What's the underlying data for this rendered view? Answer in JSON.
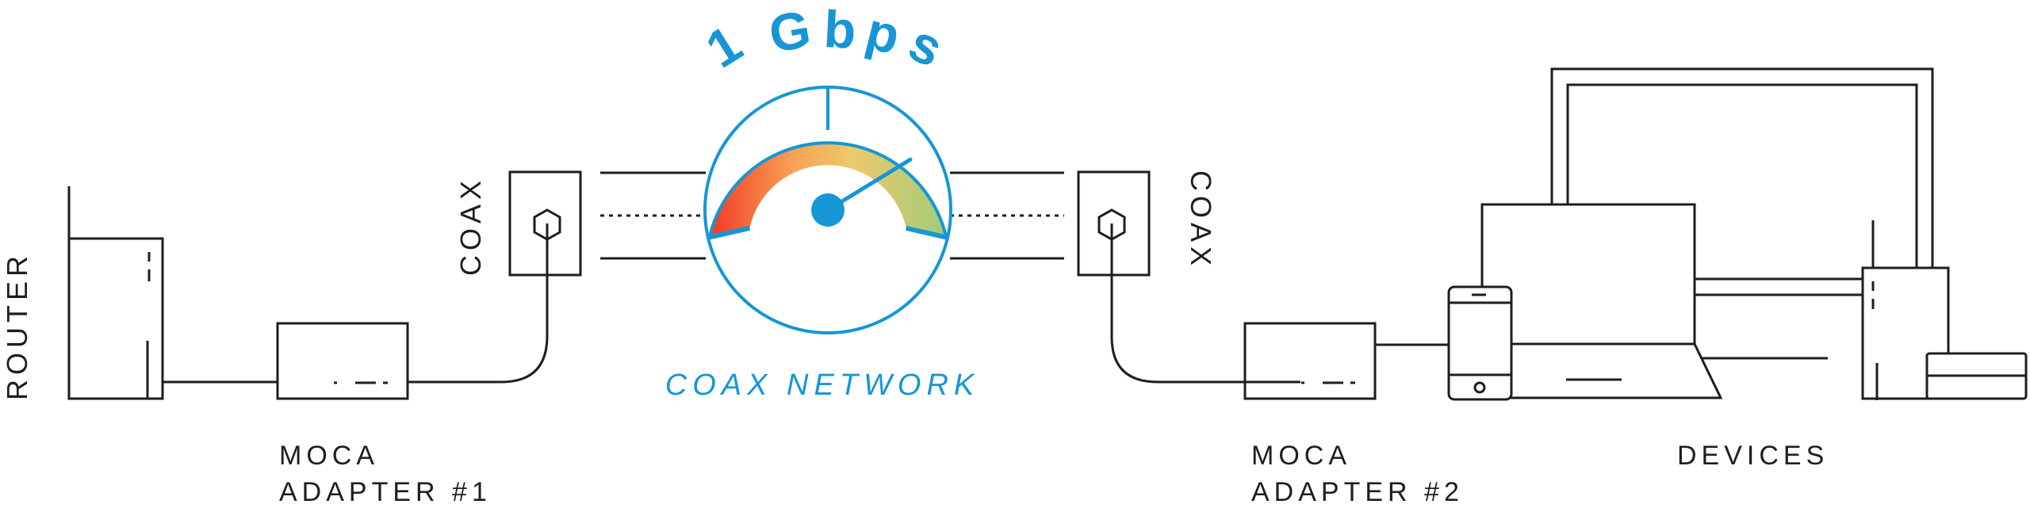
{
  "colors": {
    "accent": "#1696d6",
    "line": "#1e1e1e",
    "gauge_red": "#f23a24",
    "gauge_orange": "#f7a155",
    "gauge_yellow": "#ecca6a",
    "gauge_green": "#a3cb7a"
  },
  "gauge": {
    "speed_label": "1 Gbps",
    "speed_chars": [
      "1",
      "G",
      "b",
      "p",
      "s"
    ],
    "network_label": "COAX NETWORK",
    "needle_level": 0.88
  },
  "labels": {
    "router": "ROUTER",
    "coax_left": "COAX",
    "coax_right": "COAX",
    "adapter1_line1": "MOCA",
    "adapter1_line2": "ADAPTER #1",
    "adapter2_line1": "MOCA",
    "adapter2_line2": "ADAPTER #2",
    "devices": "DEVICES"
  }
}
